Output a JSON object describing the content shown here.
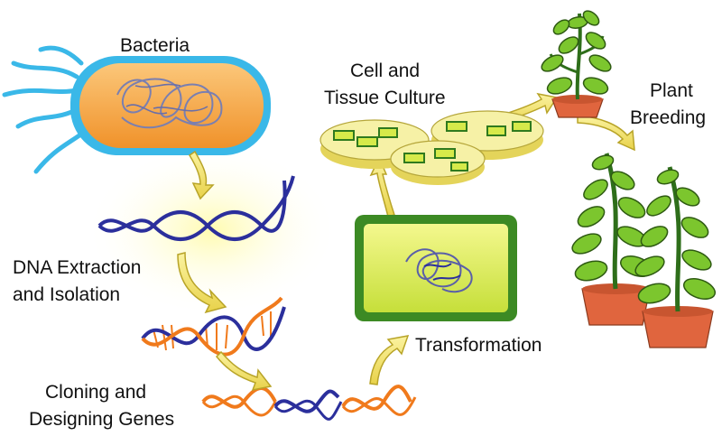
{
  "diagram": {
    "labels": {
      "bacteria": "Bacteria",
      "dna_line1": "DNA Extraction",
      "dna_line2": "and Isolation",
      "cloning_line1": "Cloning and",
      "cloning_line2": "Designing Genes",
      "culture_line1": "Cell and",
      "culture_line2": "Tissue Culture",
      "breeding_line1": "Plant",
      "breeding_line2": "Breeding",
      "transformation": "Transformation"
    },
    "colors": {
      "bacteria_fill": "#f5a43a",
      "bacteria_membrane": "#3ab8e8",
      "dna_blue": "#2b2f9c",
      "dna_orange": "#f07a1c",
      "arrow": "#f0e06a",
      "arrow_edge": "#b8a428",
      "dish_fill": "#f3ef9a",
      "cell_fill": "#d8ea4a",
      "cell_edge": "#2f7a1e",
      "transform_dark": "#3c8a24",
      "transform_light": "#e8f37a",
      "leaf_fill": "#7cc62e",
      "leaf_edge": "#2e5a12",
      "stem": "#2e6e1a",
      "pot": "#e0653e"
    },
    "icons": [
      "bacterium-icon",
      "dna-helix-icon",
      "petri-dish-icon",
      "plant-pot-icon",
      "transformed-cell-icon",
      "flow-arrow-icon"
    ]
  }
}
